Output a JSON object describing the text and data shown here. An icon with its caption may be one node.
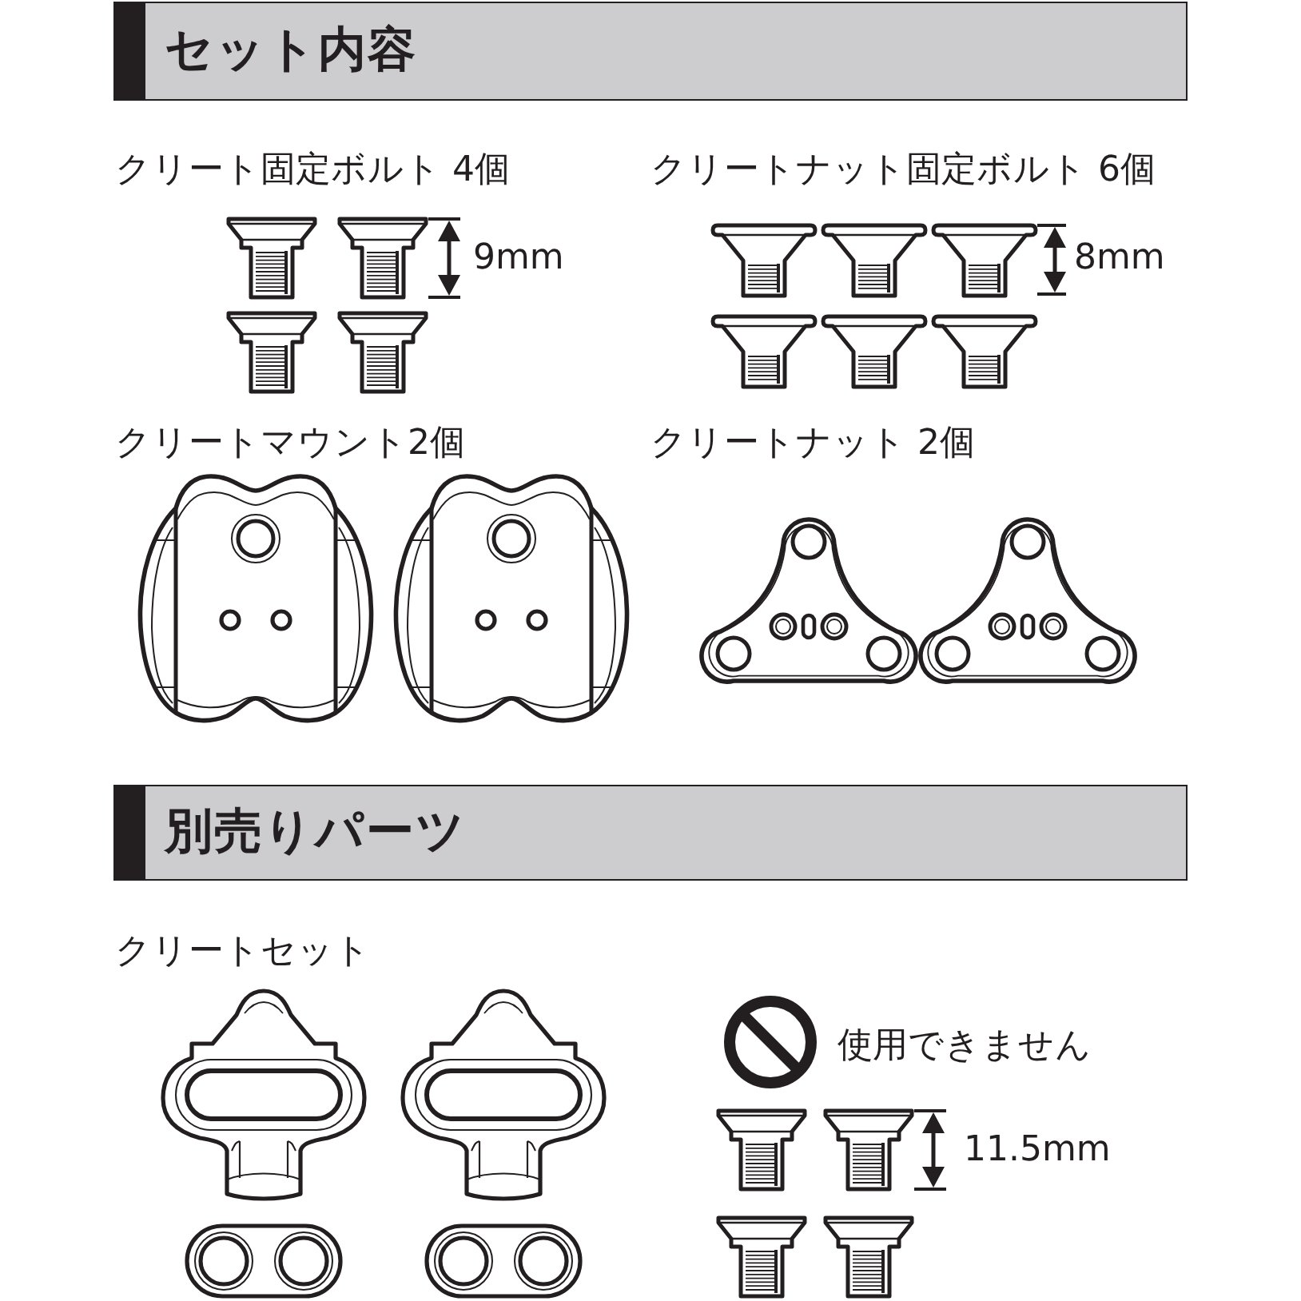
{
  "diagram": {
    "nodes": [
      {
        "text": [
          "セット内容"
        ]
      },
      {
        "text": [
          "別売りパーツ"
        ]
      }
    ],
    "labels": [
      "クリート固定ボルト 4個",
      "クリートナット固定ボルト 6個",
      "9mm",
      "8mm",
      "クリートマウント2個",
      "クリートナット 2個",
      "クリートセット",
      "使用できません",
      "11.5mm"
    ]
  }
}
